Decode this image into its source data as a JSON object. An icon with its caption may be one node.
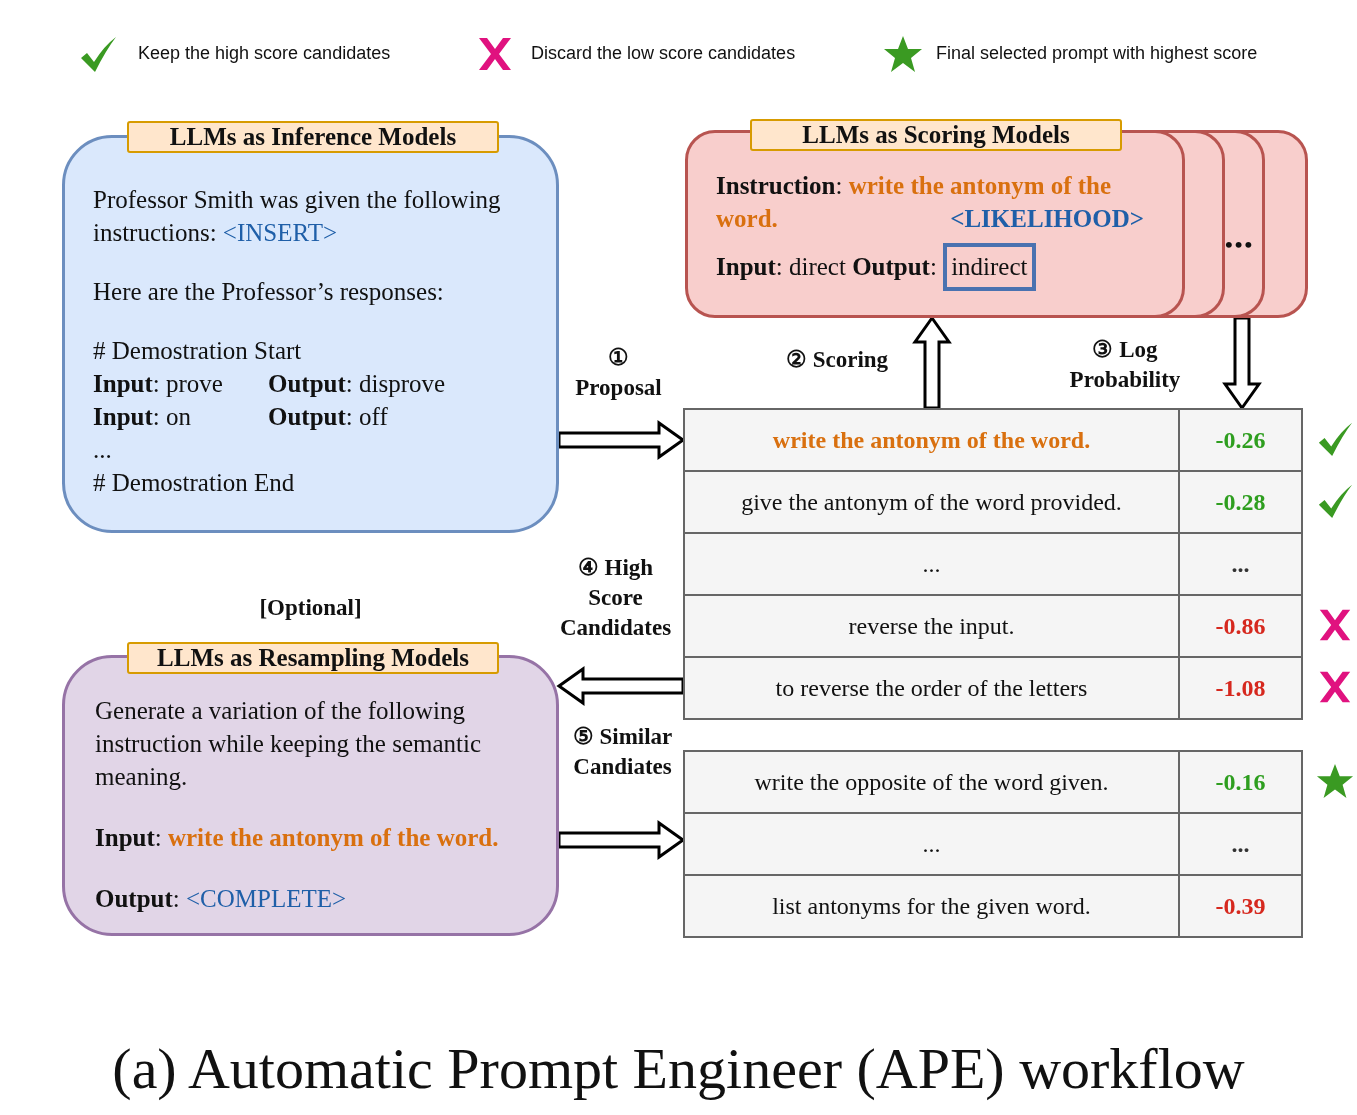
{
  "diagram": {
    "caption": "(a) Automatic Prompt Engineer (APE) workflow",
    "nodes": [
      {
        "text": [
          "LLMs as Inference Models",
          "Professor Smith was given the following instructions:",
          "<INSERT>",
          "Here are the Professor’s responses:",
          "# Demostration Start",
          "**Input**: prove",
          "**Output**: disprove",
          "**Input**: on",
          "**Output**: off",
          "...",
          "# Demostration End"
        ]
      },
      {
        "text": [
          "LLMs as Scoring Models",
          "**Instruction**:",
          "write the antonym of the word.",
          "<LIKELIHOOD>",
          "**Input**: direct",
          "**Output**:"
        ]
      },
      {
        "text": [
          "indirect"
        ],
        "in": 1
      },
      {
        "text": [
          "write the antonym of the word.",
          "-0.26",
          "give the antonym of the word provided.",
          "-0.28",
          "...",
          "...",
          "reverse the input.",
          "-0.86",
          "to reverse the order of the letters",
          "-1.08"
        ]
      },
      {
        "text": [
          "LLMs as Resampling Models",
          "Generate a variation of the following instruction while keeping the semantic meaning.",
          "**Input**:",
          "write the antonym of the word.",
          "**Output**:",
          "<COMPLETE>"
        ],
        "beside": [
          "[Optional]"
        ]
      },
      {
        "text": [
          "write the opposite of the word given.",
          "-0.16",
          "...",
          "...",
          "list antonyms for the given word.",
          "-0.39"
        ]
      }
    ],
    "edges": [
      {
        "from": 0,
        "to": 3,
        "arrow": "to",
        "label": "① Proposal"
      },
      {
        "from": 3,
        "to": 1,
        "arrow": "to",
        "label": "② Scoring"
      },
      {
        "from": 1,
        "to": 3,
        "arrow": "to",
        "label": "③ Log Probability"
      },
      {
        "from": 3,
        "to": 4,
        "arrow": "to",
        "label": "④ High Score Candidates"
      },
      {
        "from": 4,
        "to": 5,
        "arrow": "to",
        "label": "⑤ Similar Candiates"
      }
    ],
    "labels": [
      "•••"
    ],
    "legend": [
      {
        "text": "Keep the high score candidates"
      },
      {
        "text": "Discard the low score candidates"
      },
      {
        "text": "Final selected prompt with highest score"
      }
    ]
  }
}
